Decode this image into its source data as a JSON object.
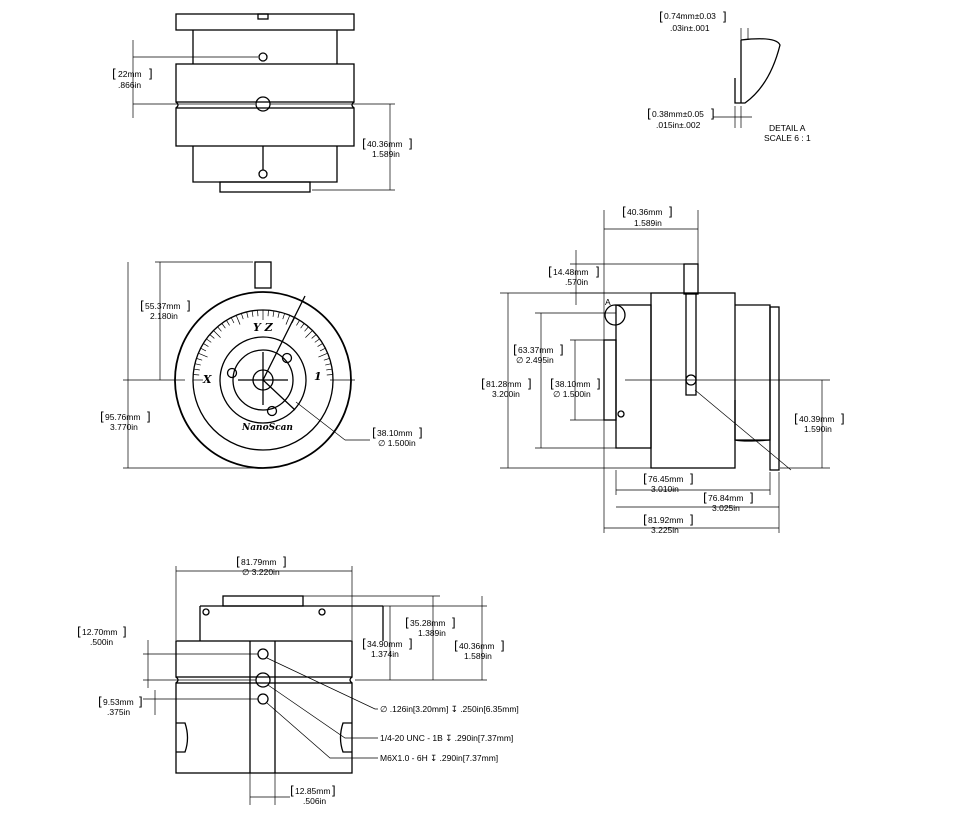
{
  "detail_a": {
    "dim_a_mm": "0.74mm±0.03",
    "dim_a_in": ".03in±.001",
    "dim_b_mm": "0.38mm±0.05",
    "dim_b_in": ".015in±.002",
    "title": "DETAIL A",
    "scale": "SCALE 6 : 1"
  },
  "top_view": {
    "d1_mm": "22mm",
    "d1_in": ".866in",
    "d2_mm": "40.36mm",
    "d2_in": "1.589in"
  },
  "front_view": {
    "dial_x": "X",
    "dial_yz": "Y Z",
    "dial_one": "1",
    "logo": "NanoScan",
    "d_h1_mm": "55.37mm",
    "d_h1_in": "2.180in",
    "d_h2_mm": "95.76mm",
    "d_h2_in": "3.770in",
    "d_bore_mm": "38.10mm",
    "d_bore_in": "1.500in"
  },
  "side_view": {
    "label_a": "A",
    "d_top_mm": "40.36mm",
    "d_top_in": "1.589in",
    "d_post_mm": "14.48mm",
    "d_post_in": ".570in",
    "d_od_mm": "63.37mm",
    "d_od_in": "2.495in",
    "d_h_mm": "81.28mm",
    "d_h_in": "3.200in",
    "d_id_mm": "38.10mm",
    "d_id_in": "1.500in",
    "d_r_mm": "40.39mm",
    "d_r_in": "1.590in",
    "d_w1_mm": "76.45mm",
    "d_w1_in": "3.010in",
    "d_w2_mm": "76.84mm",
    "d_w2_in": "3.025in",
    "d_w3_mm": "81.92mm",
    "d_w3_in": "3.225in"
  },
  "bottom_view": {
    "d_dia_mm": "81.79mm",
    "d_dia_in": "3.220in",
    "d_a_mm": "12.70mm",
    "d_a_in": ".500in",
    "d_b_mm": "34.90mm",
    "d_b_in": "1.374in",
    "d_c_mm": "35.28mm",
    "d_c_in": "1.389in",
    "d_d_mm": "40.36mm",
    "d_d_in": "1.589in",
    "d_e_mm": "9.53mm",
    "d_e_in": ".375in",
    "d_f_mm": "12.85mm",
    "d_f_in": ".506in",
    "callout_1": "∅ .126in[3.20mm] ↧ .250in[6.35mm]",
    "callout_2": "1/4-20 UNC - 1B ↧ .290in[7.37mm]",
    "callout_3": "M6X1.0 - 6H ↧ .290in[7.37mm]"
  }
}
